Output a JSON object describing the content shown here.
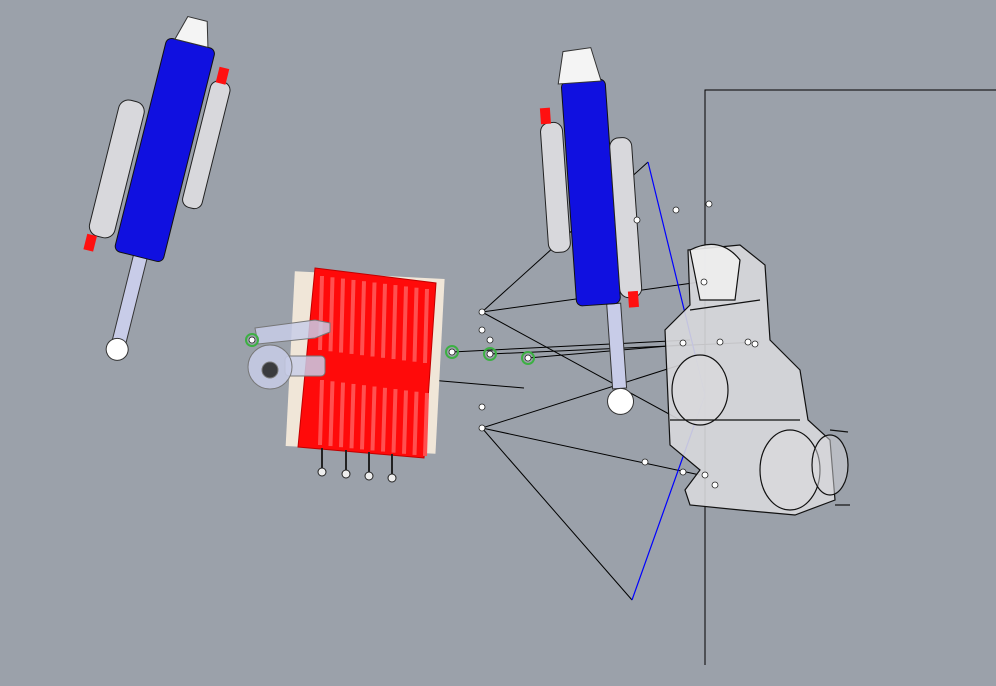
{
  "viewport": {
    "mode": "shaded-xray",
    "background_color": "#9ba1aa",
    "colors": {
      "shock_body": "#1010e0",
      "radiator": "#ff0a0a",
      "part_outline": "#111111",
      "part_fill": "#d8d8dc",
      "control_point": "#ffffff",
      "selected_point_ring": "#3cb043",
      "construction_line": "#000000",
      "blue_curve": "#0000ff",
      "rod_end": "#c8cce8"
    },
    "objects": [
      "shock-absorber-left",
      "shock-absorber-right",
      "radiator",
      "rod-ends",
      "gearbox-housing"
    ]
  }
}
